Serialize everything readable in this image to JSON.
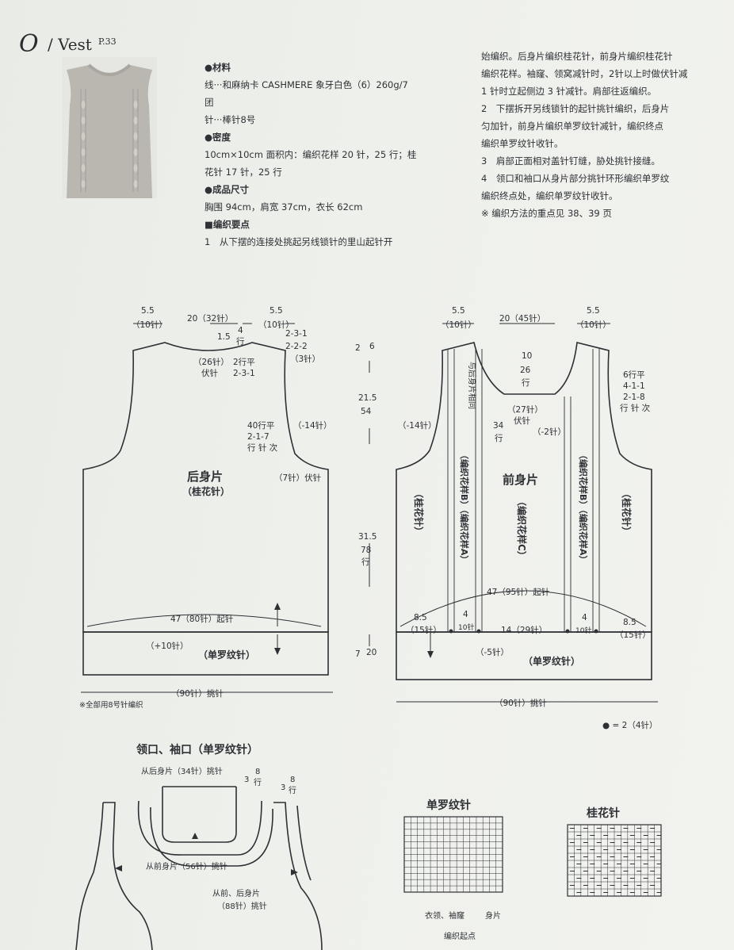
{
  "header": {
    "letter": "O",
    "title": "/ Vest",
    "page_ref": "P.33"
  },
  "info_left": [
    {
      "text": "●材料",
      "bold": true
    },
    {
      "text": "线···和麻纳卡 CASHMERE 象牙白色（6）260g/7"
    },
    {
      "text": "团"
    },
    {
      "text": "针···棒针8号"
    },
    {
      "text": "●密度",
      "bold": true
    },
    {
      "text": "10cm×10cm 面积内：编织花样 20 针，25 行；桂"
    },
    {
      "text": "花针 17 针，25 行"
    },
    {
      "text": "●成品尺寸",
      "bold": true
    },
    {
      "text": "胸围 94cm，肩宽 37cm，衣长 62cm"
    },
    {
      "text": "■编织要点",
      "bold": true
    },
    {
      "text": "1　从下摆的连接处挑起另线锁针的里山起针开"
    }
  ],
  "info_right": [
    "始编织。后身片编织桂花针，前身片编织桂花针",
    "编织花样。袖窿、领窝减针时，2针以上时做伏针减",
    "1 针时立起侧边 3 针减针。肩部往返编织。",
    "2　下摆拆开另线锁针的起针挑针编织，后身片",
    "匀加针，前身片编织单罗纹针减针，编织终点",
    "编织单罗纹针收针。",
    "3　肩部正面相对盖针钉缝，胁处挑针接缝。",
    "4　领口和袖口从身片部分挑针环形编织单罗纹",
    "编织终点处，编织单罗纹针收针。",
    "※ 编织方法的重点见 38、39 页"
  ],
  "back": {
    "top_left": "5.5",
    "top_left_st": "（10针）",
    "top_mid": "20（32针）",
    "top_right": "5.5",
    "top_right_st": "（10针）",
    "neck_15": "1.5",
    "neck_4": "4",
    "neck_rows": "行",
    "neck_dec": [
      "2-3-1",
      "2-2-2",
      "（3针）"
    ],
    "neck_bind": "（26针）",
    "neck_bind2": "伏针",
    "neck_2row": "2行平",
    "neck_231": "2-3-1",
    "arm_rows": [
      "40行平",
      "2-1-7",
      "行 针 次"
    ],
    "arm_dec": "（-14针）",
    "arm_bind": "（7针）伏针",
    "name": "后身片",
    "stitch": "（桂花针）",
    "cast_on": "47（80针）起针",
    "increase": "（+10针）",
    "rib": "（单罗纹针）",
    "pickup": "（90针）挑针",
    "note": "※全部用8号针编织"
  },
  "vertical": {
    "v1": "2",
    "v1b": "6",
    "v2": "21.5",
    "v2b": "54",
    "v3": "31.5",
    "v3b": "78",
    "v4": "7",
    "v4b": "20",
    "row": "行"
  },
  "front": {
    "top_left": "5.5",
    "top_left_st": "（10针）",
    "top_mid": "20（45针）",
    "top_right": "5.5",
    "top_right_st": "（10针）",
    "center_10": "10",
    "center_26": "26",
    "center_row": "行",
    "same_as_back": "与后身片相同",
    "neck_dec": [
      "6行平",
      "4-1-1",
      "2-1-8",
      "行 针 次"
    ],
    "neck_bind": "（27针）",
    "neck_bind2": "伏针",
    "neck_minus2": "（-2针）",
    "side_34": "34",
    "side_34r": "行",
    "arm_dec": "（-14针）",
    "side_label": "（桂花针）",
    "pattern_ba": "（编织花样B）（编织花样A）",
    "name": "前身片",
    "pattern_c": "（编织花样C）",
    "cast_on": "47（95针）起针",
    "w85": "8.5",
    "w85st": "（15针）",
    "w4": "4",
    "w4st": "10针",
    "w14": "14（29针）",
    "minus5": "（-5针）",
    "rib": "（单罗纹针）",
    "pickup": "（90针）挑针",
    "dot_legend": "● = 2（4针）"
  },
  "trim": {
    "title": "领口、袖口（单罗纹针）",
    "back_pick": "从后身片（34针）挑针",
    "h3": "3",
    "h8": "8",
    "row": "行",
    "front_pick": "从前身片（56针）挑针",
    "arm_pick1": "从前、后身片",
    "arm_pick2": "（88针）挑针"
  },
  "charts": {
    "rib_title": "单罗纹针",
    "seed_title": "桂花针",
    "rib_label1": "衣领、袖窿",
    "rib_label2": "身片",
    "rib_label3": "编织起点"
  }
}
